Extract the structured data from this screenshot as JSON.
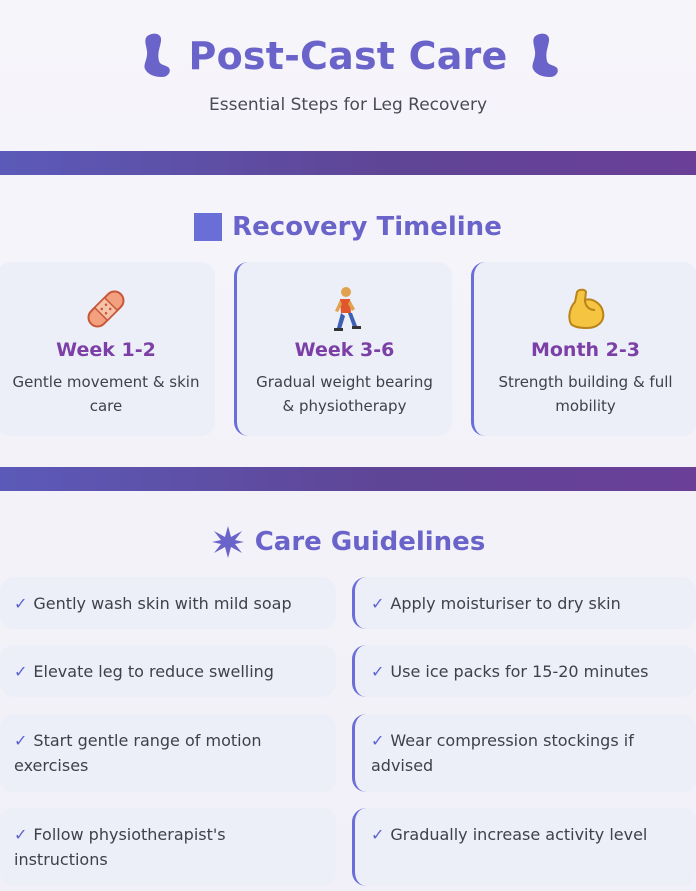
{
  "header": {
    "title": "Post-Cast Care",
    "subtitle": "Essential Steps for Leg Recovery",
    "left_icon": "leg-icon",
    "right_icon": "leg-icon"
  },
  "timeline": {
    "heading": "Recovery Timeline",
    "heading_icon": "square-icon",
    "cards": [
      {
        "icon": "bandage-icon",
        "title": "Week 1-2",
        "desc": "Gentle movement & skin care"
      },
      {
        "icon": "walking-person-icon",
        "title": "Week 3-6",
        "desc": "Gradual weight bearing & physiotherapy"
      },
      {
        "icon": "flexed-biceps-icon",
        "title": "Month 2-3",
        "desc": "Strength building & full mobility"
      }
    ]
  },
  "guidelines": {
    "heading": "Care Guidelines",
    "heading_icon": "burst-icon",
    "check_mark": "✓",
    "items": [
      "Gently wash skin with mild soap",
      "Apply moisturiser to dry skin",
      "Elevate leg to reduce swelling",
      "Use ice packs for 15-20 minutes",
      "Start gentle range of motion exercises",
      "Wear compression stockings if advised",
      "Follow physiotherapist's instructions",
      "Gradually increase activity level"
    ]
  },
  "colors": {
    "accent": "#6a63c9",
    "band_start": "#5c5ab8",
    "band_end": "#6a3f98",
    "card_title": "#7b3fa6",
    "card_bg": "#eceef8"
  }
}
